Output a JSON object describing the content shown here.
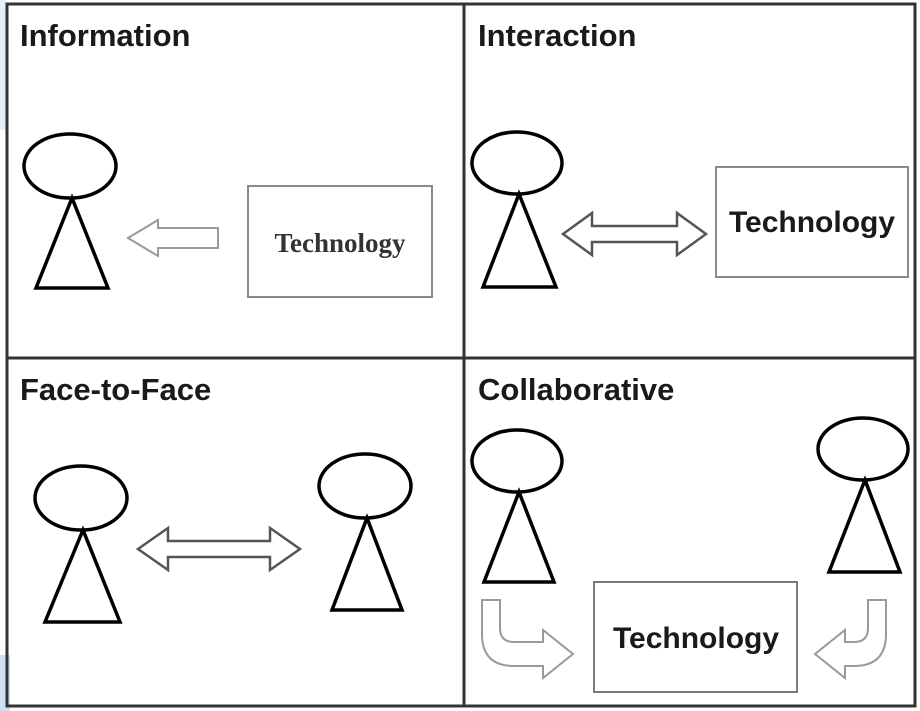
{
  "panels": {
    "information": {
      "title": "Information",
      "technology_label": "Technology"
    },
    "interaction": {
      "title": "Interaction",
      "technology_label": "Technology"
    },
    "face_to_face": {
      "title": "Face-to-Face"
    },
    "collaborative": {
      "title": "Collaborative",
      "technology_label": "Technology"
    }
  },
  "colors": {
    "line": "#333333",
    "figure_stroke": "#000000",
    "box_stroke": "#8a8a8a",
    "accent_edge": "#cfe0f0"
  },
  "icons": [
    "person-icon",
    "left-arrow-icon",
    "double-arrow-icon",
    "curved-arrow-icon"
  ]
}
